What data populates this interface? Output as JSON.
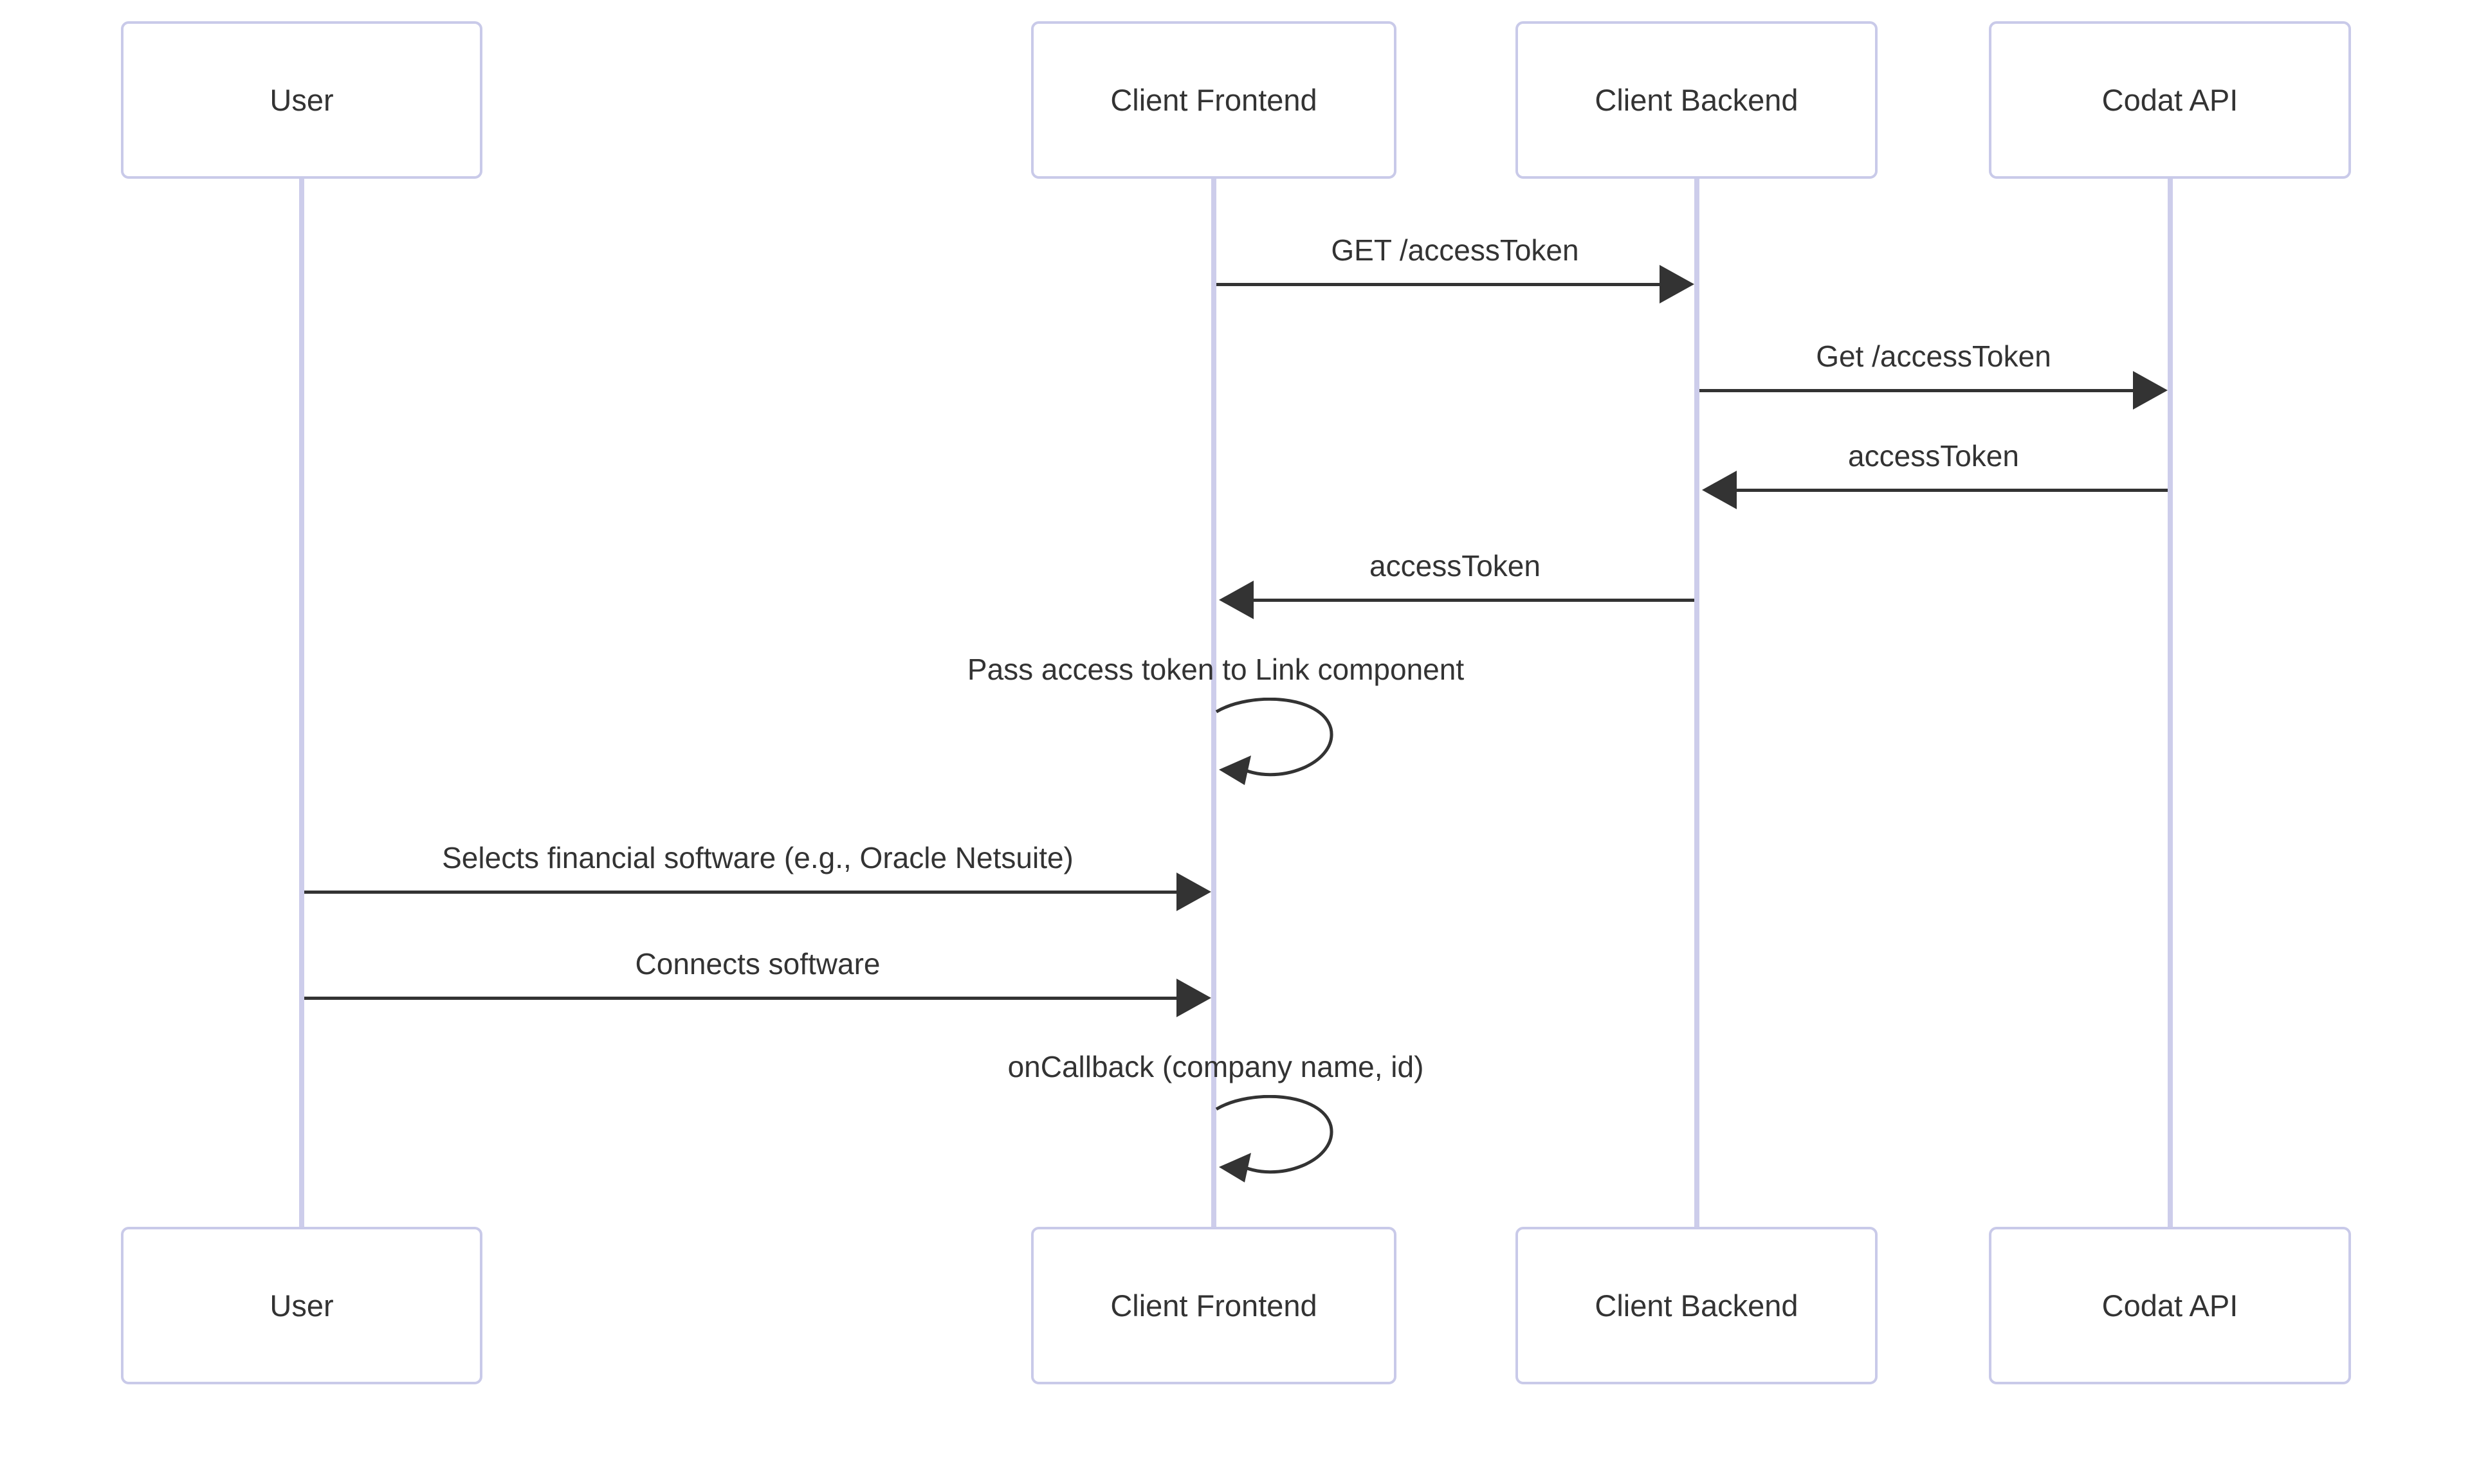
{
  "diagram": {
    "type": "sequence-diagram",
    "actors": [
      {
        "id": "user",
        "label": "User"
      },
      {
        "id": "client-frontend",
        "label": "Client Frontend"
      },
      {
        "id": "client-backend",
        "label": "Client Backend"
      },
      {
        "id": "codat-api",
        "label": "Codat API"
      }
    ],
    "messages": [
      {
        "from": "Client Frontend",
        "to": "Client Backend",
        "label": "GET /accessToken",
        "kind": "solid-arrow-right"
      },
      {
        "from": "Client Backend",
        "to": "Codat API",
        "label": "Get /accessToken",
        "kind": "solid-arrow-right"
      },
      {
        "from": "Codat API",
        "to": "Client Backend",
        "label": "accessToken",
        "kind": "solid-arrow-left"
      },
      {
        "from": "Client Backend",
        "to": "Client Frontend",
        "label": "accessToken",
        "kind": "solid-arrow-left"
      },
      {
        "from": "Client Frontend",
        "to": "Client Frontend",
        "label": "Pass access token to Link component",
        "kind": "self-loop"
      },
      {
        "from": "User",
        "to": "Client Frontend",
        "label": "Selects financial software (e.g., Oracle Netsuite)",
        "kind": "solid-arrow-right"
      },
      {
        "from": "User",
        "to": "Client Frontend",
        "label": "Connects software",
        "kind": "solid-arrow-right"
      },
      {
        "from": "Client Frontend",
        "to": "Client Frontend",
        "label": "onCallback (company name, id)",
        "kind": "self-loop"
      }
    ],
    "colors": {
      "background": "#ffffff",
      "actor_fill": "#ffffff",
      "actor_border": "#c9cae9",
      "lifeline": "#cdcdeb",
      "arrow": "#333333",
      "text": "#333333"
    }
  }
}
